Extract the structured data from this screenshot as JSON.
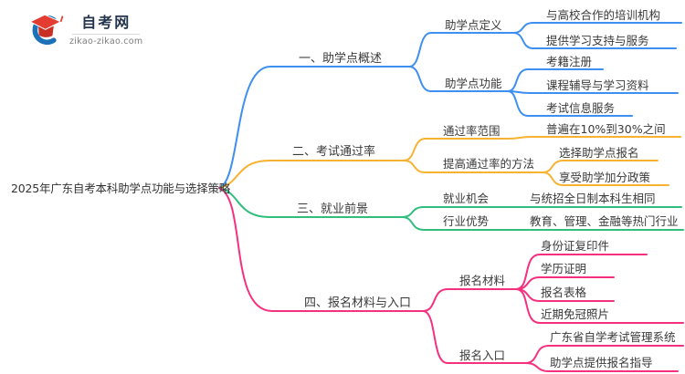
{
  "logo": {
    "title": "自考网",
    "domain": "zikao-zikao.com"
  },
  "root": {
    "label": "2025年广东自考本科助学点功能与选择策略"
  },
  "colors": {
    "branch1": "#3d8ff0",
    "branch2": "#f7b232",
    "branch3": "#2fbe7c",
    "bran4_note": "",
    "branch4": "#f5307e",
    "logo_blue": "#1d71b8",
    "logo_red": "#e23d30"
  },
  "branches": [
    {
      "label": "一、助学点概述",
      "children": [
        {
          "label": "助学点定义",
          "children": [
            {
              "label": "与高校合作的培训机构"
            },
            {
              "label": "提供学习支持与服务"
            }
          ]
        },
        {
          "label": "助学点功能",
          "children": [
            {
              "label": "考籍注册"
            },
            {
              "label": "课程辅导与学习资料"
            },
            {
              "label": "考试信息服务"
            }
          ]
        }
      ]
    },
    {
      "label": "二、考试通过率",
      "children": [
        {
          "label": "通过率范围",
          "children": [
            {
              "label": "普遍在10%到30%之间"
            }
          ]
        },
        {
          "label": "提高通过率的方法",
          "children": [
            {
              "label": "选择助学点报名"
            },
            {
              "label": "享受助学加分政策"
            }
          ]
        }
      ]
    },
    {
      "label": "三、就业前景",
      "children": [
        {
          "label": "就业机会",
          "children": [
            {
              "label": "与统招全日制本科生相同"
            }
          ]
        },
        {
          "label": "行业优势",
          "children": [
            {
              "label": "教育、管理、金融等热门行业"
            }
          ]
        }
      ]
    },
    {
      "label": "四、报名材料与入口",
      "children": [
        {
          "label": "报名材料",
          "children": [
            {
              "label": "身份证复印件"
            },
            {
              "label": "学历证明"
            },
            {
              "label": "报名表格"
            },
            {
              "label": "近期免冠照片"
            }
          ]
        },
        {
          "label": "报名入口",
          "children": [
            {
              "label": "广东省自学考试管理系统"
            },
            {
              "label": "助学点提供报名指导"
            }
          ]
        }
      ]
    }
  ]
}
